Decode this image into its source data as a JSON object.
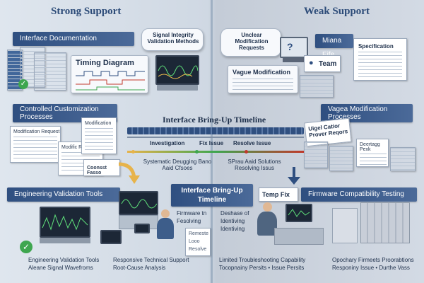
{
  "titles": {
    "strong": "Strong Support",
    "weak": "Weak Support"
  },
  "left": {
    "interface_doc": "Interface Documentation",
    "timing_diagram": "Timing Diagram",
    "signal_integrity": "Signal Integrity Validation Methods",
    "controlled_custom": "Controlled Customization Processes",
    "modification_request": "Modification Request",
    "modification": "Modification",
    "modific_reaest": "Modific Reaest",
    "coonsst_fasso": "Coonsst Fasso",
    "eng_tools": "Engineering Validation Tools",
    "footer_1": "Engineering Validation Tools",
    "footer_2": "Aleane Signal Wavefroms",
    "footer_3": "Responsive Technical Support",
    "footer_4": "Root-Cause Analysis"
  },
  "center": {
    "timeline_title": "Interface Bring-Up Timeline",
    "stages": [
      "Investigation",
      "Fix Issue",
      "Resolve Issue"
    ],
    "left_note": "Systematic Deugging Bano Aaid Cfsoes",
    "right_note": "SPrau Aaid Solutions Resolving Issus",
    "timeline_box": "Interface Bring-Up Timeline",
    "firmware_lines": [
      "Firmware tn",
      "Fesolving"
    ],
    "remeste_lines": [
      "Remeste",
      "Looo",
      "Resolve"
    ]
  },
  "right": {
    "unclear": "Unclear Modification Requests",
    "miana": "Miana Eife",
    "team": "Team",
    "specification": "Specification",
    "vague_mod": "Vague Modification",
    "vagea_proc": "Vagea Modification Processes",
    "uigel_note": "Uigel Catior Prover Reqors",
    "deertagg": "Deertagg Pexk",
    "temp_fix": "Temp Fix",
    "fw_compat": "Firmware Compatibility Testing",
    "deshase": [
      "Deshase of",
      "Identiving",
      "Identiving"
    ],
    "footer_1": "Limited Troubleshooting Capability",
    "footer_2": "Tocopnainy Persits",
    "footer_3": "Issue Persits",
    "footer_4": "Opochary Firmeets Proorabtions",
    "footer_5": "Responiny Issue",
    "footer_6": "Durthe Vass"
  },
  "colors": {
    "accent": "#2f4f80",
    "good": "#3ea64f",
    "warn": "#e7b34a",
    "bad": "#c0392b"
  }
}
